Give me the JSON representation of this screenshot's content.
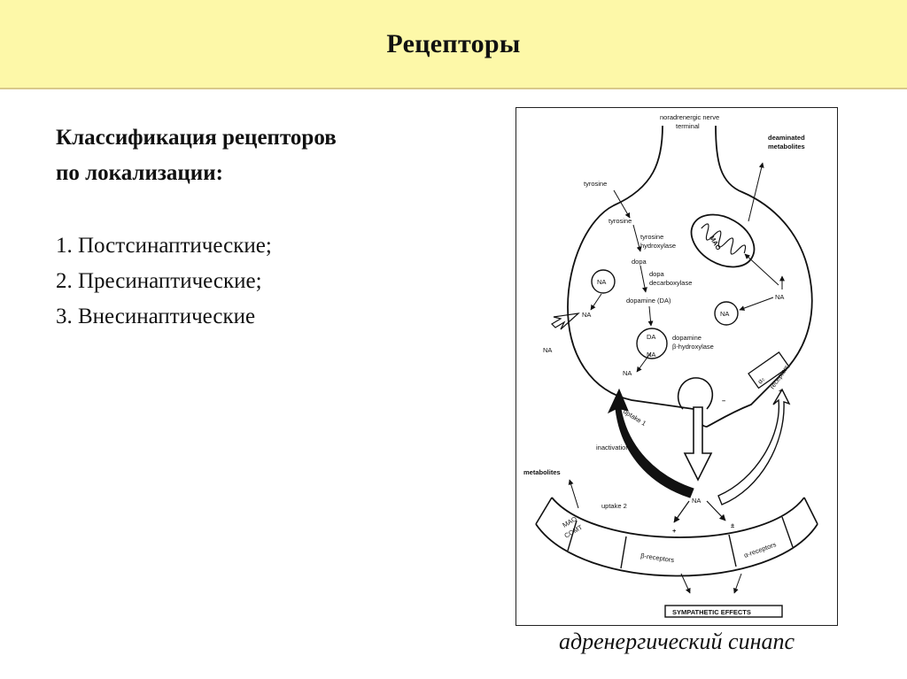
{
  "slide": {
    "title": "Рецепторы",
    "heading_lines": [
      "Классификация рецепторов",
      "по локализации:"
    ],
    "items": [
      "1. Постсинаптические;",
      "2. Пресинаптические;",
      "3. Внесинаптические"
    ],
    "caption": "адренергический синапс"
  },
  "diagram": {
    "terminal": "noradrenergic nerve",
    "terminal2": "terminal",
    "deaminated": "deaminated",
    "metabolites_top": "metabolites",
    "tyrosine1": "tyrosine",
    "tyrosine2": "tyrosine",
    "hydroxylase1": "tyrosine",
    "hydroxylase2": "hydroxylase",
    "dopa": "dopa",
    "decarb1": "dopa",
    "decarb2": "decarboxylase",
    "dopamine": "dopamine (DA)",
    "mao": "MAO",
    "na_vesicle_left": "NA",
    "na_left_out": "NA",
    "na_far_left": "NA",
    "na_right_vesicle": "NA",
    "na_right_top": "NA",
    "da": "DA",
    "na_in_vesicle": "NA",
    "dbh1": "dopamine",
    "dbh2": "β-hydroxylase",
    "na_release_left": "NA",
    "alpha2": "α₂",
    "receptors_alpha2": "receptors",
    "minus": "–",
    "plus_right": "+",
    "uptake1": "uptake 1",
    "inactivation": "inactivation",
    "metabolites": "metabolites",
    "uptake2": "uptake 2",
    "na_cleft": "NA",
    "mao2": "MAO",
    "comt": "COMT",
    "beta": "β-receptors",
    "alpha": "α-receptors",
    "plus_beta": "+",
    "pm": "±",
    "effects": "SYMPATHETIC EFFECTS"
  }
}
